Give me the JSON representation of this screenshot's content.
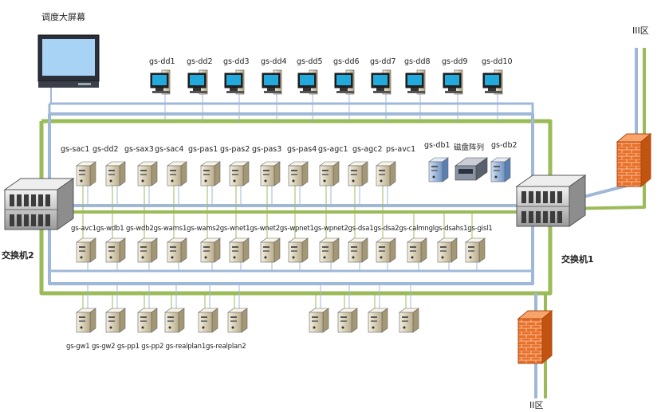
{
  "labels": {
    "screen_title": "调度大屏幕",
    "zone3": "III区",
    "zone2": "II区",
    "switch1": "交换机1",
    "switch2": "交换机2",
    "disk_array": "磁盘阵列",
    "db1": "gs-db1",
    "db2": "gs-db2"
  },
  "workstations": [
    "gs-dd1",
    "gs-dd2",
    "gs-dd3",
    "gs-dd4",
    "gs-dd5",
    "gs-dd6",
    "gs-dd7",
    "gs-dd8",
    "gs-dd9",
    "gs-dd10"
  ],
  "servers_row1": [
    "gs-sac1",
    "gs-dd2",
    "gs-sax3",
    "gs-sac4",
    "gs-pas1",
    "gs-pas2",
    "gs-pas3",
    "gs-pas4",
    "gs-agc1",
    "gs-agc2",
    "ps-avc1"
  ],
  "servers_row2_label": "gs-avc1gs-wdb1  gs-wdb2gs-wams1gs-wams2gs-wnet1gs-wnet2gs-wpnet1gs-wpnet2gs-dsa1gs-dsa2gs-calmnglgs-dsahs1gs-gisl1",
  "servers_row3_label": "gs-gw1  gs-gw2    gs-pp1    gs-pp2 gs-realplan1gs-realplan2",
  "colors": {
    "blue_line": "#9fb8d8",
    "green_line": "#9bbb59",
    "firewall": "#e8702a",
    "monitor_screen": "#22aadd",
    "server_body": "#e8e0c8"
  },
  "icons": [
    "monitor-icon",
    "workstation-icon",
    "server-icon",
    "db-server-icon",
    "disk-array-icon",
    "switch-icon",
    "firewall-icon"
  ]
}
